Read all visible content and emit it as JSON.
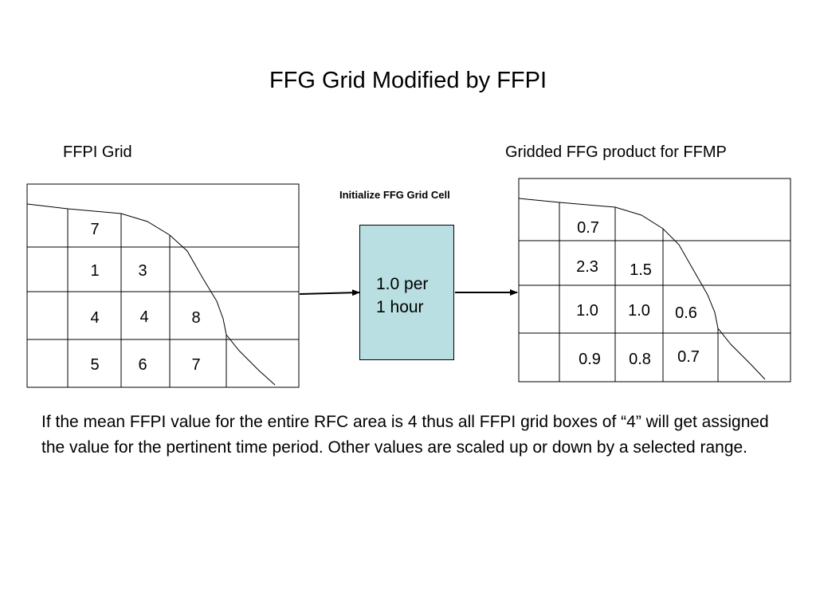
{
  "title": "FFG Grid Modified by FFPI",
  "left_panel": {
    "label": "FFPI Grid",
    "values": [
      "7",
      "1",
      "3",
      "4",
      "4",
      "8",
      "5",
      "6",
      "7"
    ]
  },
  "middle": {
    "label": "Initialize FFG Grid Cell",
    "line1": "1.0 per",
    "line2": "1 hour",
    "fill_color": "#b9dfe2"
  },
  "right_panel": {
    "label": "Gridded FFG product for FFMP",
    "values": [
      "0.7",
      "2.3",
      "1.5",
      "1.0",
      "1.0",
      "0.6",
      "0.9",
      "0.8",
      "0.7"
    ]
  },
  "description": "If the mean FFPI value for the entire RFC area is 4 thus all FFPI grid boxes of “4” will get assigned the value for the pertinent time period.  Other values are scaled up or down by a selected range."
}
